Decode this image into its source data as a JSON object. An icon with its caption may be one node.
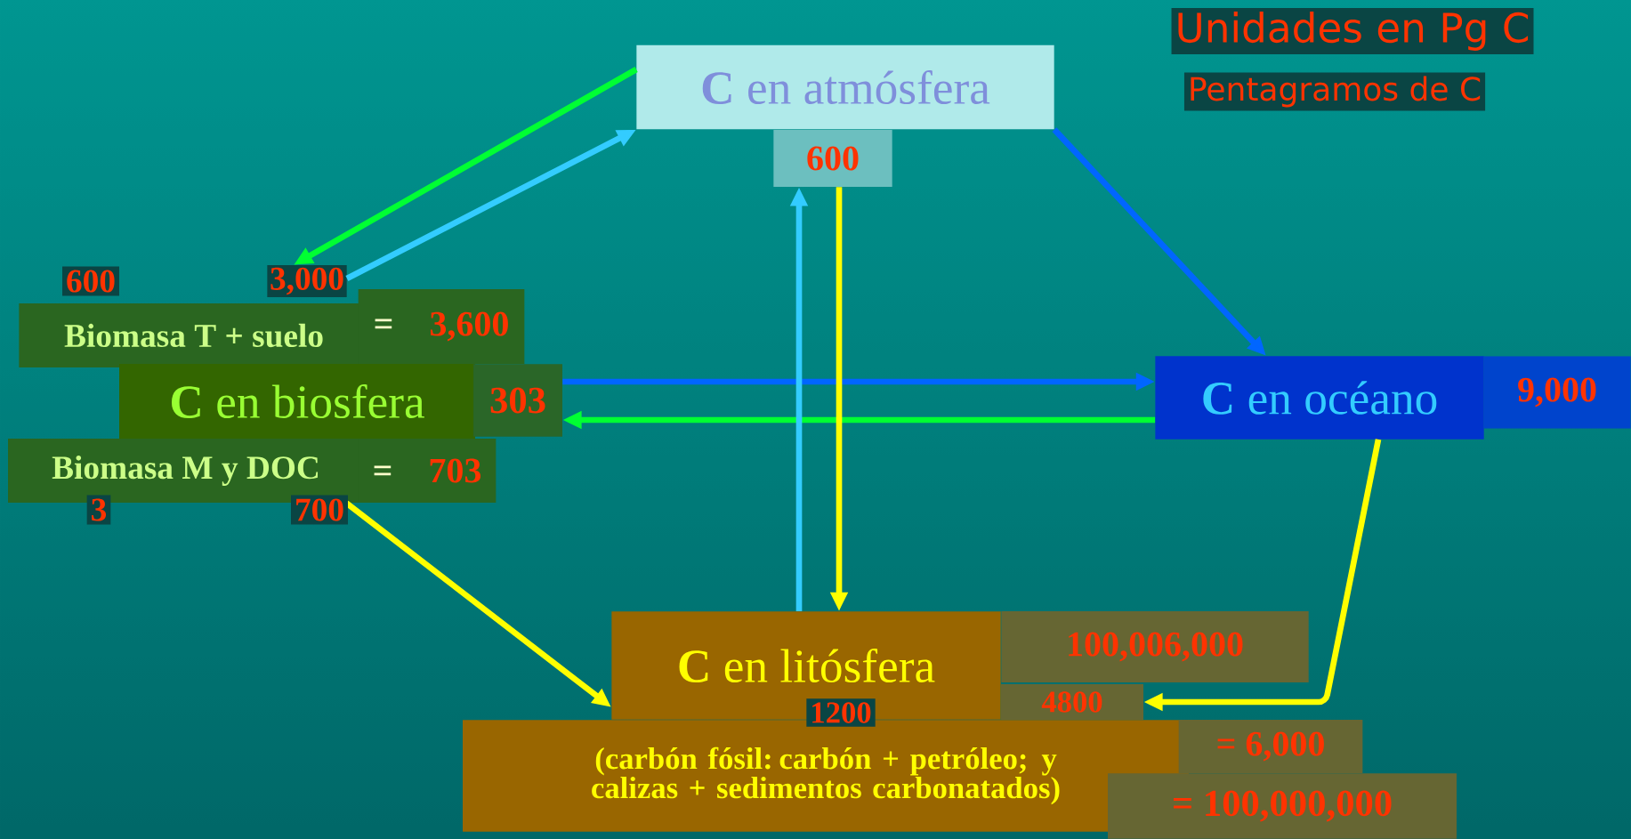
{
  "diagram": {
    "nodes": [
      {
        "text": [
          "**C** en atmósfera"
        ]
      },
      {
        "text": [
          "600"
        ]
      },
      {
        "text": [
          "Biomasa T + suelo"
        ]
      },
      {
        "text": [
          "=",
          "3,600"
        ]
      },
      {
        "text": [
          "**C** en biosfera"
        ]
      },
      {
        "text": [
          "303"
        ]
      },
      {
        "text": [
          "Biomasa M y DOC"
        ]
      },
      {
        "text": [
          "=",
          "703"
        ]
      },
      {
        "text": [
          "3,000"
        ]
      },
      {
        "text": [
          "**C** en océano"
        ]
      },
      {
        "text": [
          "9,000"
        ]
      },
      {
        "text": [
          "**C** en litósfera"
        ]
      },
      {
        "text": [
          "100,006,000"
        ]
      },
      {
        "text": [
          "4800"
        ]
      },
      {
        "text": [
          "(carbón fósil: carbón + petróleo; y calizas + sedimentos carbonatados)"
        ]
      },
      {
        "text": [
          "= 6,000"
        ]
      },
      {
        "text": [
          "= 100,000,000"
        ]
      }
    ],
    "edges": [
      {
        "from": 0,
        "to": 8,
        "arrow": "to",
        "color": "#00ff33"
      },
      {
        "from": 8,
        "to": 0,
        "arrow": "to",
        "color": "#33ccff"
      },
      {
        "from": 0,
        "to": 9,
        "arrow": "to",
        "color": "#0066ff"
      },
      {
        "from": 5,
        "to": 9,
        "arrow": "to",
        "color": "#0066ff"
      },
      {
        "from": 9,
        "to": 5,
        "arrow": "to",
        "color": "#00ff33"
      },
      {
        "from": 11,
        "to": 1,
        "arrow": "to",
        "color": "#33ccff"
      },
      {
        "from": 1,
        "to": 11,
        "arrow": "to",
        "color": "#ffff00"
      },
      {
        "from": 6,
        "to": 11,
        "arrow": "to",
        "color": "#ffff00"
      },
      {
        "from": 9,
        "to": 13,
        "arrow": "to",
        "color": "#ffff00"
      }
    ],
    "labels": [
      "Unidades en Pg C",
      "Pentagramos de C",
      "600",
      "3",
      "700",
      "1200"
    ]
  }
}
